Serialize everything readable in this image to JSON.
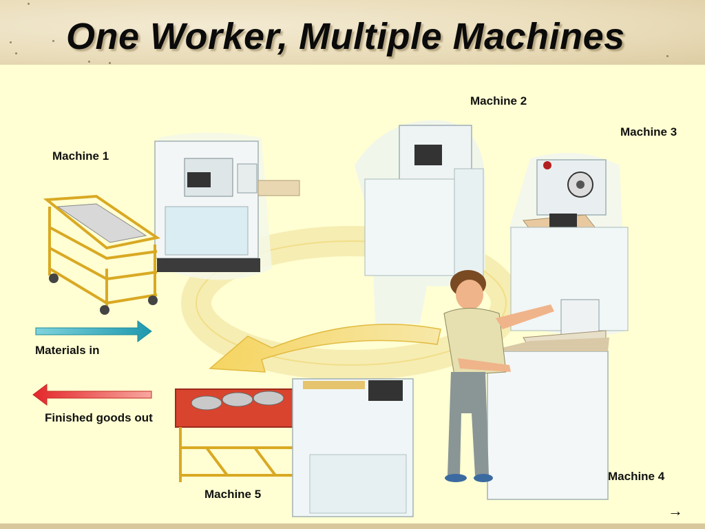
{
  "slide": {
    "title": "One Worker, Multiple Machines"
  },
  "labels": {
    "machine_1": "Machine 1",
    "machine_2": "Machine 2",
    "machine_3": "Machine 3",
    "machine_4": "Machine 4",
    "machine_5": "Machine 5",
    "materials_in": "Materials in",
    "finished_goods_out": "Finished goods out"
  },
  "colors": {
    "panel_bg": "#ffffd3",
    "header_bg": "#efe4c6",
    "materials_arrow": "#2aa6b8",
    "finished_arrow": "#e8403a",
    "flow_arrow": "#f2c23a"
  },
  "navigation": {
    "next_icon": "right-arrow-icon"
  }
}
